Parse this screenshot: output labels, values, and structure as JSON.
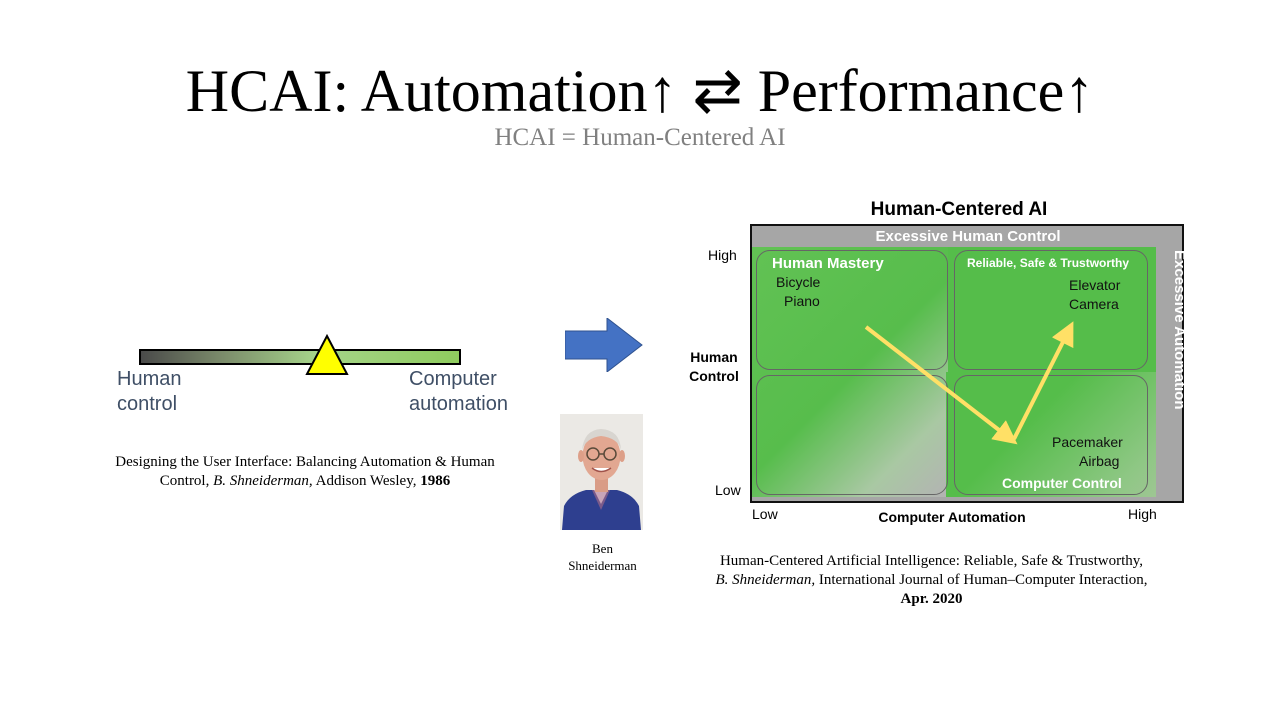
{
  "title": "HCAI: Automation↑ ⇄ Performance↑",
  "subtitle": "HCAI = Human-Centered AI",
  "balance": {
    "left_label_line1": "Human",
    "left_label_line2": "control",
    "right_label_line1": "Computer",
    "right_label_line2": "automation"
  },
  "citation_left": {
    "text": "Designing the User Interface: Balancing Automation & Human Control, ",
    "author": "B. Shneiderman,",
    "publisher": " Addison Wesley, ",
    "year": "1986"
  },
  "photo_caption": {
    "line1": "Ben",
    "line2": "Shneiderman"
  },
  "figure": {
    "title": "Human-Centered AI",
    "top_band": "Excessive Human Control",
    "right_band": "Excessive Automation",
    "y_axis": {
      "high": "High",
      "low": "Low",
      "label_line1": "Human",
      "label_line2": "Control"
    },
    "x_axis": {
      "low": "Low",
      "high": "High",
      "label": "Computer Automation"
    },
    "quadrants": {
      "top_left": {
        "title": "Human Mastery",
        "items": [
          "Bicycle",
          "Piano"
        ]
      },
      "top_right": {
        "title": "Reliable, Safe & Trustworthy",
        "items": [
          "Elevator",
          "Camera"
        ]
      },
      "bottom_right": {
        "title": "Computer Control",
        "items": [
          "Pacemaker",
          "Airbag"
        ]
      }
    },
    "colors": {
      "green": "#55bd4a",
      "gray": "#a6a6a6",
      "arrow": "#ffe066"
    }
  },
  "citation_right": {
    "line1": "Human-Centered Artificial Intelligence: Reliable, Safe & Trustworthy,",
    "author": "B. Shneiderman,",
    "journal": " International Journal of Human–Computer Interaction,",
    "date": "Apr. 2020"
  }
}
